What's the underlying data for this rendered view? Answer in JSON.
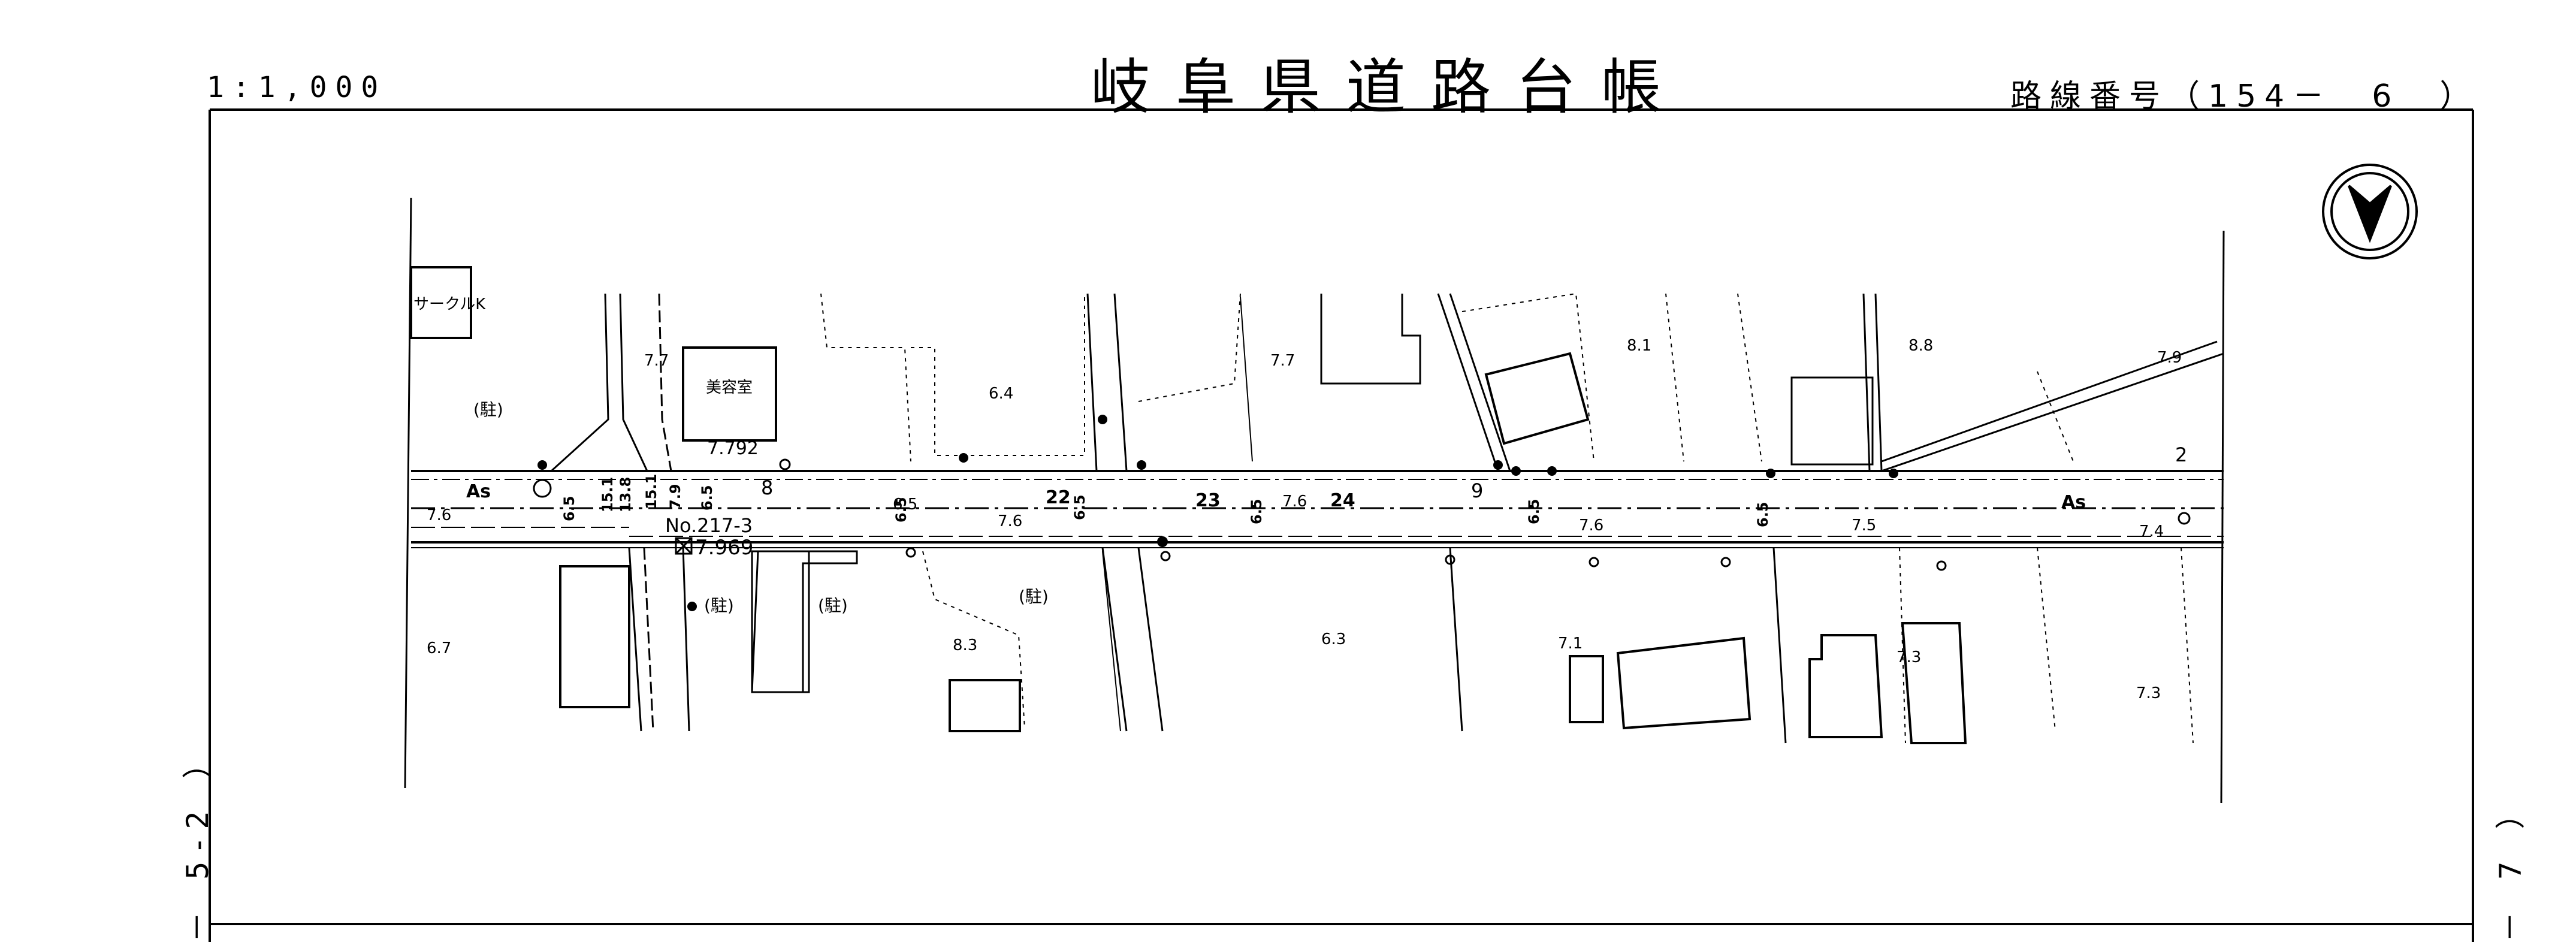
{
  "header": {
    "scale": "1:1,000",
    "title": "岐阜県道路台帳",
    "route": "路線番号（154－　6　）"
  },
  "margins": {
    "left_sheet": "－ 5-2 ）",
    "right_sheet": "－ 7 ）"
  },
  "north_arrow_icon": "north-arrow-icon",
  "buildings": {
    "circle_k": "サークルK",
    "beauty_salon": "美容室"
  },
  "labels": {
    "parking_1": "(駐)",
    "parking_2": "(駐)",
    "parking_3": "(駐)",
    "parking_4": "(駐)",
    "benchmark_no": "No.217-3",
    "benchmark_elev": "7.969",
    "elev_792": "7.792",
    "surface_as_1": "As",
    "surface_as_2": "As",
    "station_8": "8",
    "station_9": "9",
    "station_2": "2",
    "station_22": "22",
    "station_23": "23",
    "station_24": "24"
  },
  "elevations": [
    "6.7",
    "7.7",
    "6.4",
    "7.7",
    "8.1",
    "8.8",
    "7.9",
    "7.6",
    "7.6",
    "7.6",
    "7.6",
    "7.5",
    "7.4",
    "6.5",
    "8.3",
    "6.3",
    "7.1",
    "7.3",
    "7.3"
  ],
  "widths": [
    "6.5",
    "6.5",
    "6.5",
    "6.5",
    "6.5",
    "6.5",
    "15.1",
    "13.8",
    "15.1",
    "7.9",
    "6.5"
  ]
}
